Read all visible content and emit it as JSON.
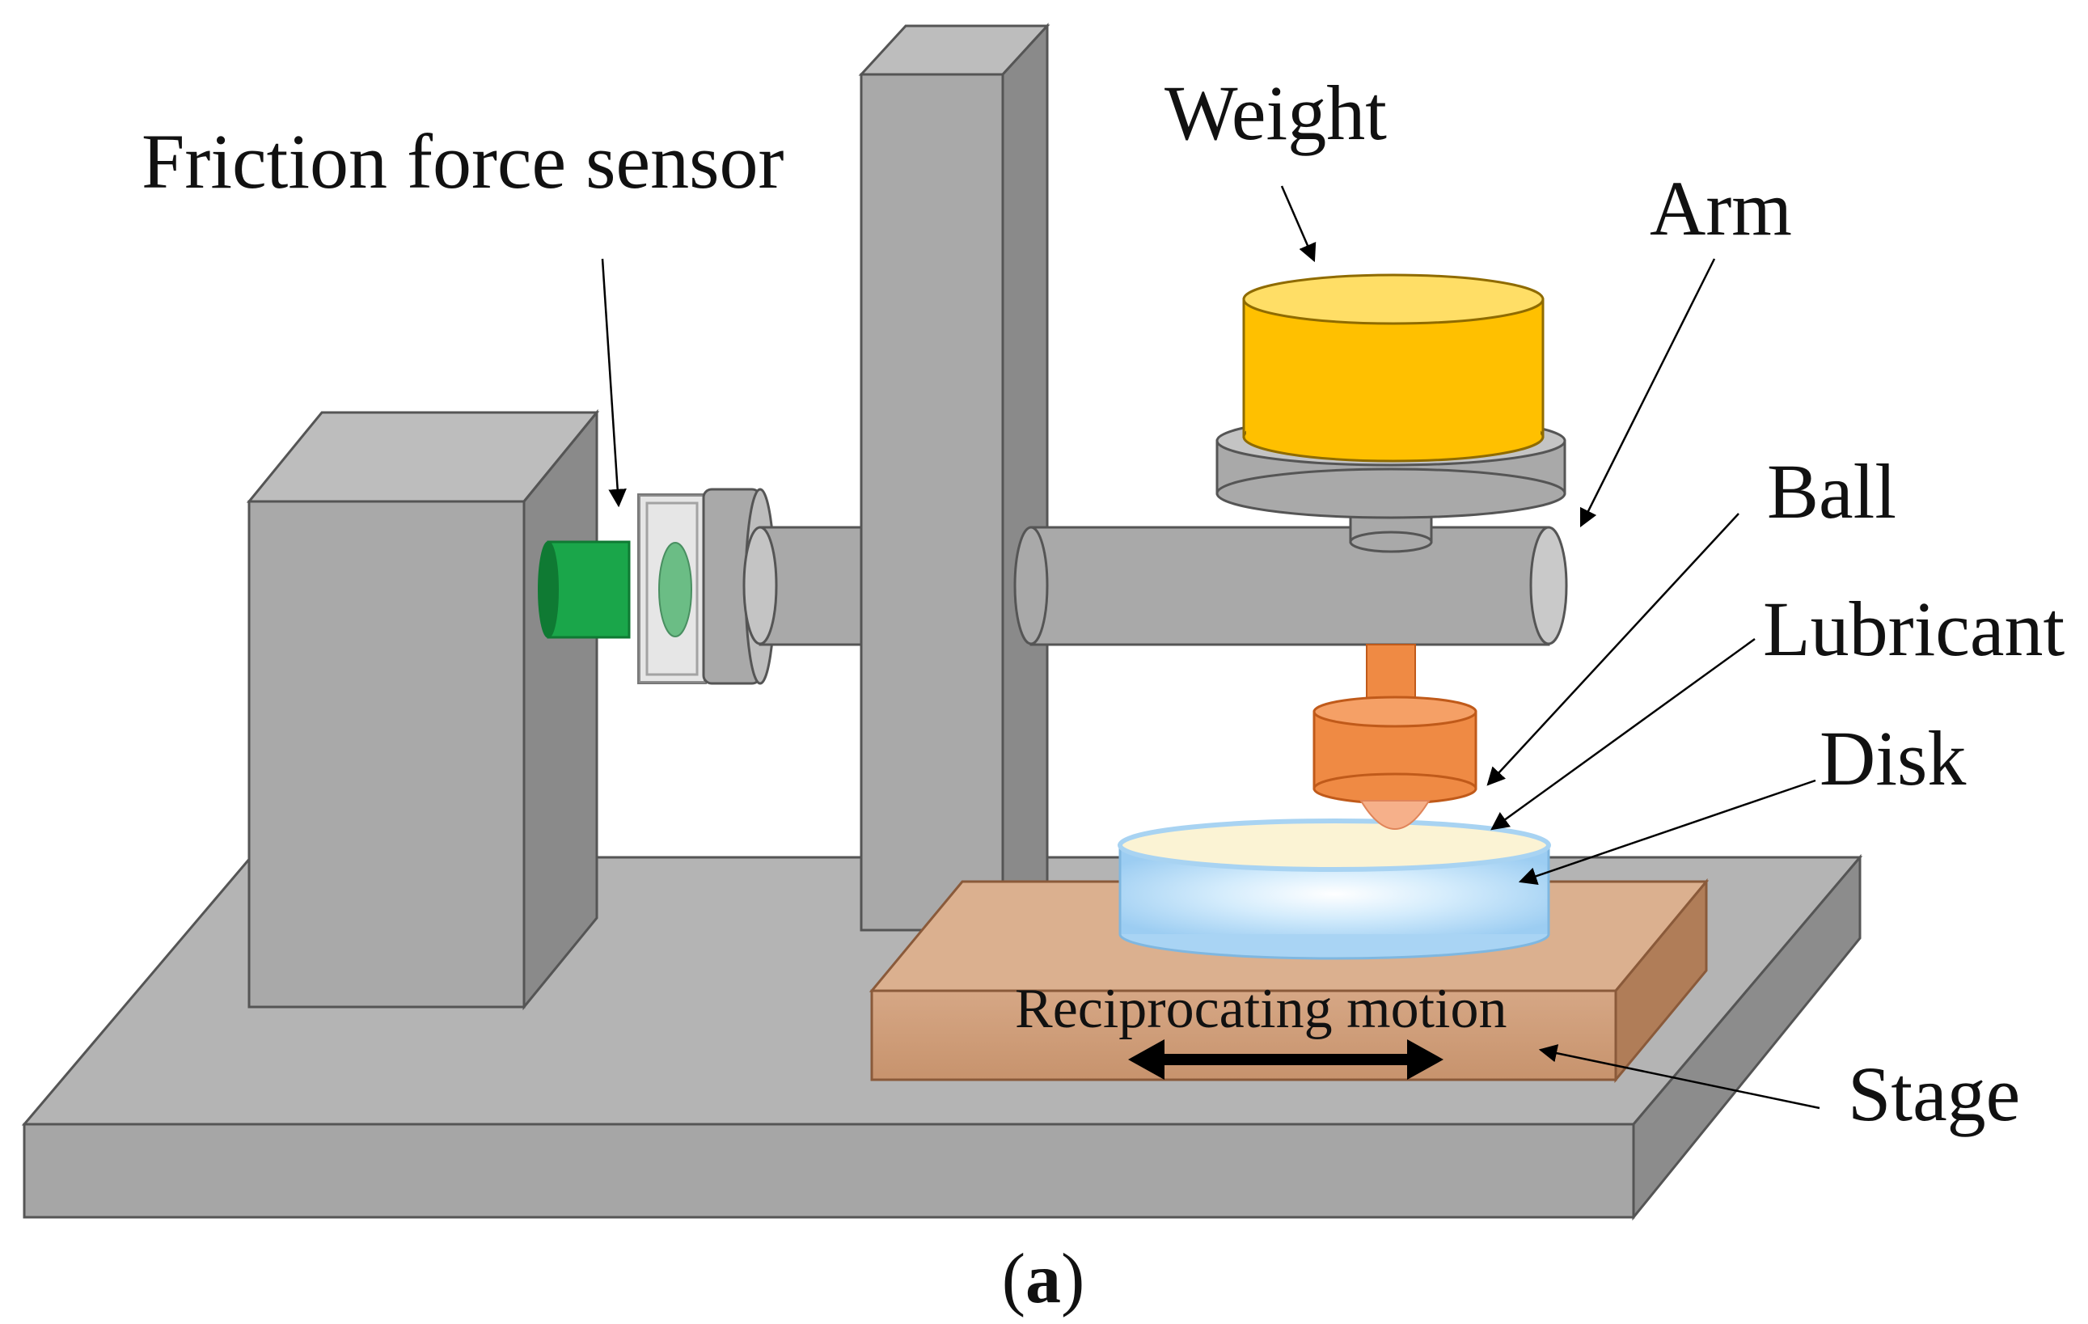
{
  "labels": {
    "friction_force_sensor": "Friction force sensor",
    "weight": "Weight",
    "arm": "Arm",
    "ball": "Ball",
    "lubricant": "Lubricant",
    "disk": "Disk",
    "stage": "Stage",
    "reciprocating_motion": "Reciprocating motion",
    "caption_open": "(",
    "caption_letter": "a",
    "caption_close": ")"
  },
  "colors": {
    "base_top": "#b4b4b4",
    "base_front": "#a6a6a6",
    "base_side": "#8c8c8c",
    "gray_light": "#a9a9a9",
    "gray_dark": "#8a8a8a",
    "gray_mid": "#bdbdbd",
    "sensor_green": "#1aa64a",
    "sensor_green_dark": "#0f7a33",
    "weight_yellow": "#ffc000",
    "weight_yellow_top": "#ffde66",
    "ball_orange": "#ef8a44",
    "ball_tip": "#f6b08a",
    "disk_blue": "#b6dcf8",
    "disk_top": "#fbf3d4",
    "stage_brown": "#d19e7a",
    "stage_top": "#dbb08f",
    "stage_side": "#b07d58",
    "outline": "#555555",
    "arrow": "#000000"
  }
}
